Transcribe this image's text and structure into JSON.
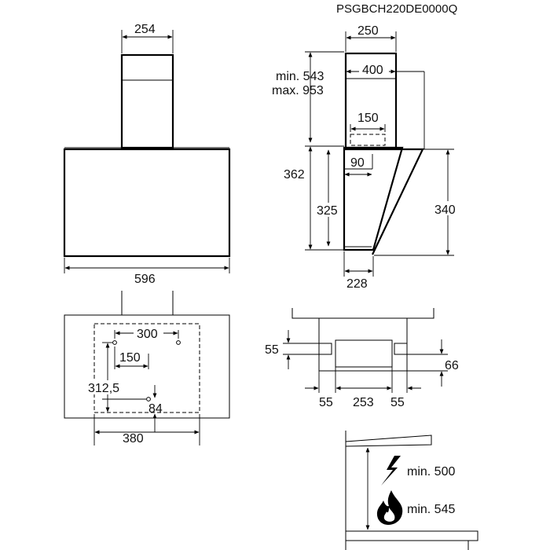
{
  "product_code": "PSGBCH220DE0000Q",
  "front_view": {
    "chimney_width": "254",
    "hood_width": "596"
  },
  "side_view": {
    "chimney_depth": "250",
    "chimney_inner": "400",
    "chimney_height_min": "min. 543",
    "chimney_height_max": "max. 953",
    "outlet_width": "150",
    "outlet_offset": "90",
    "total_height": "362",
    "body_height": "325",
    "front_height": "340",
    "bottom_depth": "228"
  },
  "mounting_view": {
    "hole_spacing": "300",
    "hole_offset": "150",
    "vertical_spacing": "312,5",
    "lower_offset": "84",
    "bracket_width": "380"
  },
  "outlet_view": {
    "left_height": "55",
    "right_height": "66",
    "left_width": "55",
    "center_width": "253",
    "right_width": "55"
  },
  "clearance_view": {
    "electric_min": "min. 500",
    "gas_min": "min. 545",
    "electric_icon": "lightning-icon",
    "gas_icon": "flame-icon"
  }
}
